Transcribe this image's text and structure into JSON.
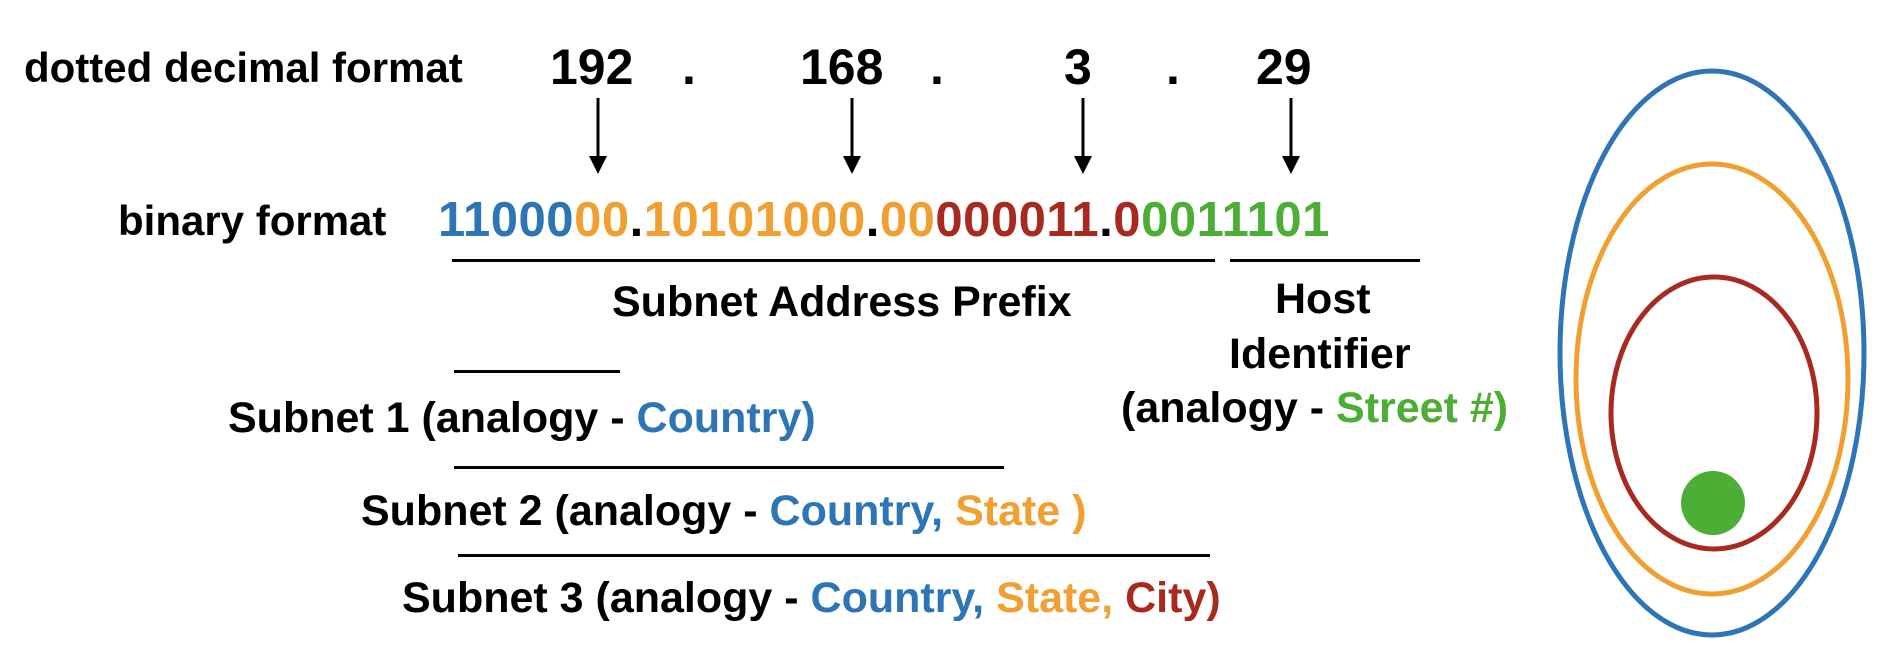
{
  "labels": {
    "dotted_decimal": "dotted decimal format",
    "binary": "binary format"
  },
  "octets": [
    "192",
    "168",
    "3",
    "29"
  ],
  "dot": ".",
  "binary_segments": [
    {
      "text": "11000",
      "color": "#2e75b6"
    },
    {
      "text": "00",
      "color": "#f0a030"
    },
    {
      "text": ".",
      "color": "#000000"
    },
    {
      "text": "10101000",
      "color": "#f0a030"
    },
    {
      "text": ".",
      "color": "#000000"
    },
    {
      "text": "00",
      "color": "#f0a030"
    },
    {
      "text": "000011",
      "color": "#a82a1f"
    },
    {
      "text": ".",
      "color": "#000000"
    },
    {
      "text": "0",
      "color": "#a82a1f"
    },
    {
      "text": "0011101",
      "color": "#4cae34"
    }
  ],
  "prefix_label": "Subnet Address Prefix",
  "host": {
    "line1": "Host",
    "line2": "Identifier",
    "analogy_prefix": "(analogy - ",
    "analogy_value": "Street #)"
  },
  "subnets": [
    {
      "prefix": "Subnet 1 (analogy - ",
      "parts": [
        {
          "text": "Country)",
          "color": "#2e75b6"
        }
      ]
    },
    {
      "prefix": "Subnet 2 (analogy - ",
      "parts": [
        {
          "text": "Country, ",
          "color": "#2e75b6"
        },
        {
          "text": "State )",
          "color": "#f0a030"
        }
      ]
    },
    {
      "prefix": "Subnet 3 (analogy - ",
      "parts": [
        {
          "text": "Country, ",
          "color": "#2e75b6"
        },
        {
          "text": "State, ",
          "color": "#f0a030"
        },
        {
          "text": "City)",
          "color": "#a82a1f"
        }
      ]
    }
  ],
  "colors": {
    "country": "#2e75b6",
    "state": "#f0a030",
    "city": "#a82a1f",
    "street": "#4cae34"
  }
}
